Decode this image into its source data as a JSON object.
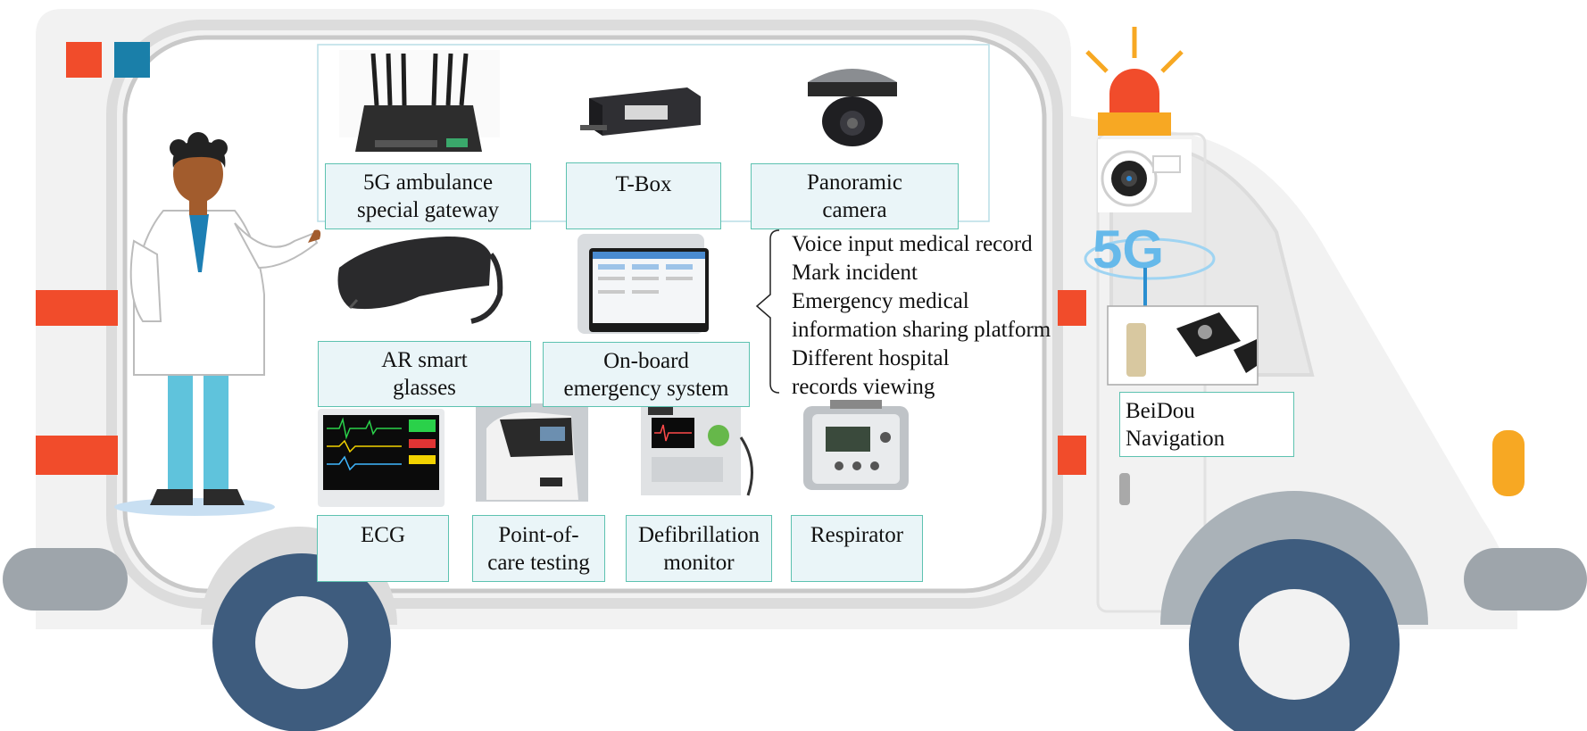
{
  "labels": {
    "gateway": [
      "5G ambulance",
      "special gateway"
    ],
    "tbox": "T-Box",
    "panoramic": [
      "Panoramic",
      "camera"
    ],
    "ar": [
      "AR smart",
      "glasses"
    ],
    "onboard": [
      "On-board",
      "emergency system"
    ],
    "ecg": "ECG",
    "poct": [
      "Point-of-",
      "care testing"
    ],
    "defib": [
      "Defibrillation",
      "monitor"
    ],
    "respirator": "Respirator",
    "beidou": [
      "BeiDou",
      "Navigation"
    ]
  },
  "onboard_features": [
    "Voice input medical record",
    "Mark incident",
    "Emergency medical",
    "information sharing platform",
    "Different hospital",
    "records viewing"
  ],
  "badge_5g": "5G",
  "colors": {
    "body": "#f2f2f2",
    "stripe_red": "#f14c2b",
    "stripe_blue": "#1a7fa9",
    "wheel": "#3e5c7e",
    "beacon": "#f14c2b",
    "beacon_base": "#f7a823",
    "label_border": "#5dc2b0",
    "label_fill": "#eaf5f8",
    "doctor_coat": "#ffffff",
    "doctor_pants": "#5fc3dc",
    "doctor_tie": "#1d7fb4"
  },
  "icons": [
    "router-icon",
    "tbox-icon",
    "dome-camera-icon",
    "ar-glasses-icon",
    "tablet-icon",
    "ecg-monitor-icon",
    "poct-device-icon",
    "defibrillator-icon",
    "respirator-icon",
    "bullet-camera-icon",
    "gps-module-icon",
    "beacon-icon",
    "doctor-figure"
  ]
}
